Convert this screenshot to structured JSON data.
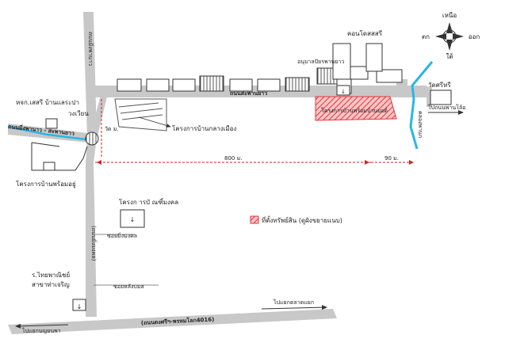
{
  "compass": {
    "north": "เหนือ",
    "south": "ใต้",
    "east": "ออก",
    "west": "ตก"
  },
  "labels": {
    "condo": "คอนโดสสสรี",
    "school": "อนุบาลปัยรพานยาว",
    "temple": "วัดศรีหรี",
    "to_right": "ไปถนนพานโล้อ",
    "jamraeng": "หจก.เสสรี บ้านแลระปา",
    "circle": "วงเวียน",
    "project_center": "โครงการบ้านกลางเมือง",
    "project_left": "โครงการบ้านพร้อมอยู่",
    "project_right": "โครงการบ้านพร้อมบ้านยอด์",
    "kmj_project": "โครงก ารบั ณฑิ์มงคล",
    "soi_mongkol": "ซอยมิ่งมงคล",
    "soi_lower": "ซอยหลังบมส",
    "hospital": "ร.ไทยพาณิชย์",
    "hospital_branch": "สาขาท่าเจริญ",
    "to_bottom_left": "ไปแยกบญยนพา",
    "to_bottom_right": "ไปแยกตลาดแยก",
    "legend": "ที่ตั้งทรัพย์สิน (ดูผังขยายแนบ)"
  },
  "roads": {
    "main_road": "ถนนสะพานยาว",
    "left_road": "ถนนมิ่งพานาว - สะพานยาว",
    "vertical_top": "ถนนมิ่งพานาว",
    "vertical_bottom": "(ถนนมิ่งมงคล)",
    "bottom_road": "(ถนนดงศรีฯ-พรหมโลก4016)",
    "right_vertical": "คลองพานก"
  },
  "distances": {
    "d_short": "วัด ม.",
    "d_main": "800 ม.",
    "d_right": "90 ม."
  },
  "colors": {
    "road": "#c8c8c8",
    "water": "#29b6e6",
    "property": "#e8333a",
    "dashed": "#d62020"
  }
}
